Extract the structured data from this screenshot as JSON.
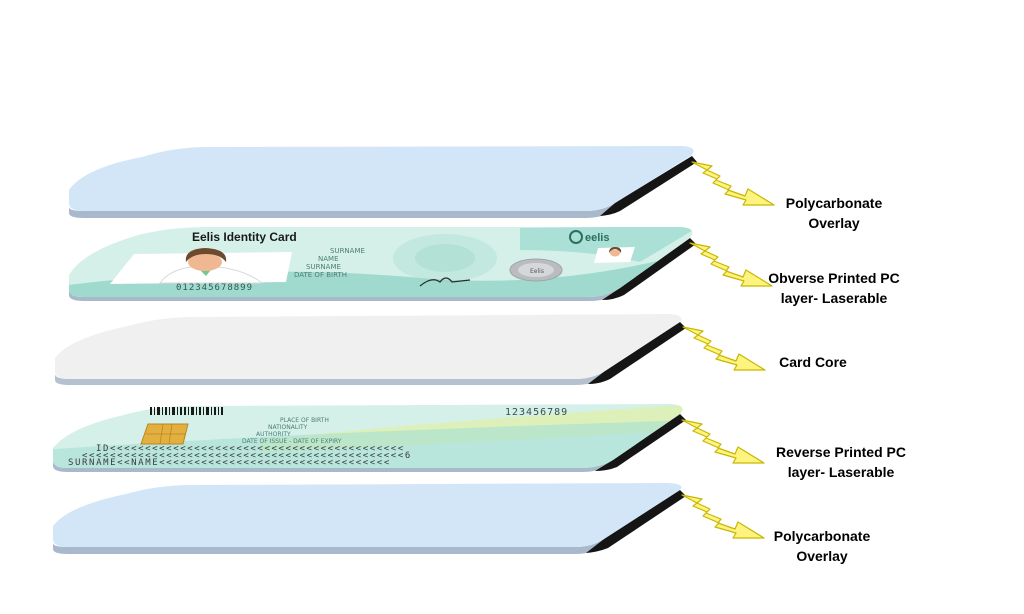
{
  "layers": [
    {
      "key": "top-overlay",
      "label_lines": [
        "Polycarbonate",
        "Overlay"
      ]
    },
    {
      "key": "obverse",
      "label_lines": [
        "Obverse Printed PC",
        "layer- Laserable"
      ]
    },
    {
      "key": "core",
      "label_lines": [
        "Card Core"
      ]
    },
    {
      "key": "reverse",
      "label_lines": [
        "Reverse Printed PC",
        "layer- Laserable"
      ]
    },
    {
      "key": "bottom-overlay",
      "label_lines": [
        "Polycarbonate",
        "Overlay"
      ]
    }
  ],
  "obverse_card": {
    "title": "Eelis Identity Card",
    "brand": "eelis",
    "seal_text": "Eelis",
    "fields": [
      "SURNAME",
      "NAME",
      "SURNAME",
      "DATE OF BIRTH"
    ],
    "number": "012345678899"
  },
  "reverse_card": {
    "number": "123456789",
    "fields": [
      "PLACE OF BIRTH",
      "NATIONALITY",
      "AUTHORITY",
      "DATE OF ISSUE - DATE OF EXPIRY"
    ],
    "mrz": [
      "ID<<<<<<<<<<<<<<<<<<<<<<<<<<<<<<<<<<<<<<<<<<",
      "<<<<<<<<<<<<<<<<<<<<<<<<<<<<<<<<<<<<<<<<<<<<<<6",
      "SURNAME<<NAME<<<<<<<<<<<<<<<<<<<<<<<<<<<<<<<<<"
    ]
  },
  "colors": {
    "overlay_fill": "#d3e6f7",
    "overlay_edge": "#a8b9cb",
    "core_fill": "#f0f0f0",
    "core_edge": "#b4c2d0",
    "card_fill": "#d4f0e8",
    "card_teal": "#8fd3c5",
    "edge_black": "#151515",
    "arrow_fill": "#fcf47e",
    "arrow_stroke": "#c9b600",
    "chip": "#e3b040"
  }
}
